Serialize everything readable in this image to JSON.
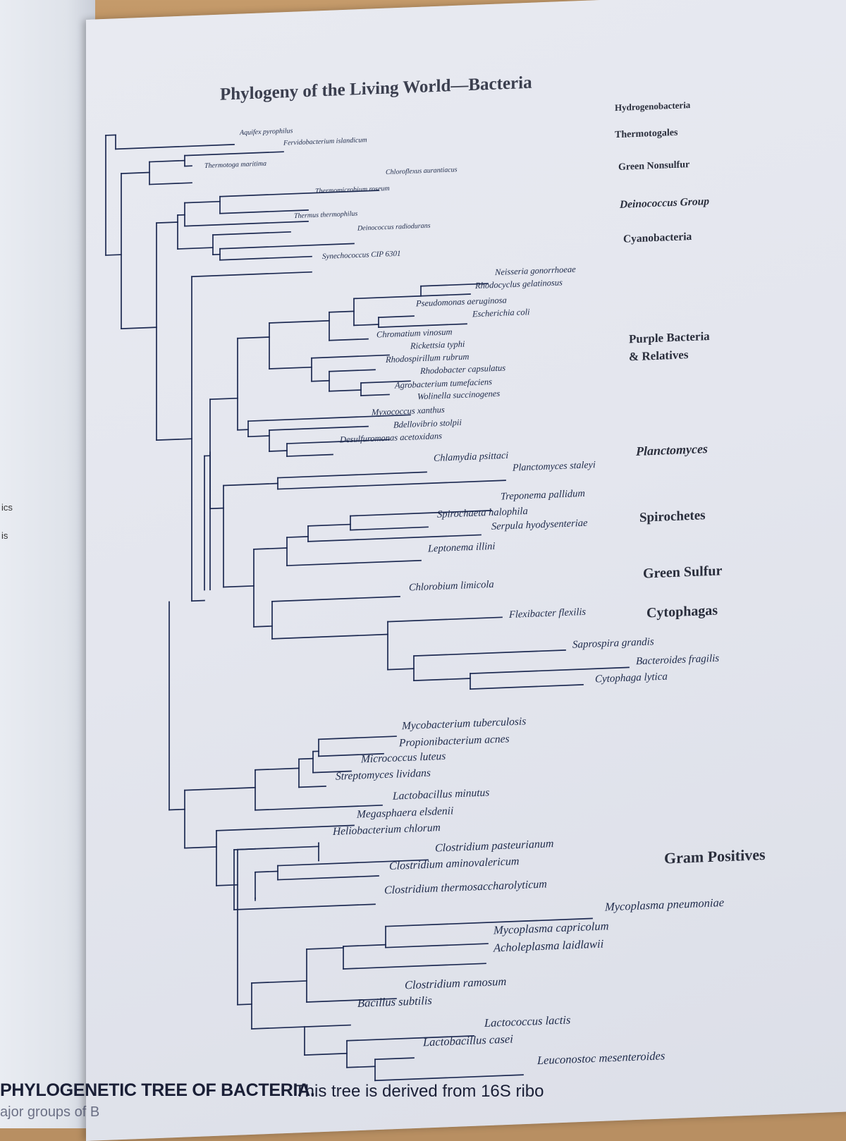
{
  "page": {
    "title": "Phylogeny of the Living World—Bacteria",
    "caption_heading": "PHYLOGENETIC TREE OF BACTERIA.",
    "caption_body": "This tree is derived from 16S ribo",
    "caption_line2": "ajor groups of B"
  },
  "margin_text": [
    "ics",
    "is"
  ],
  "groups": [
    {
      "id": "hydrogenobacteria",
      "label": "Hydrogenobacteria"
    },
    {
      "id": "thermotogales",
      "label": "Thermotogales"
    },
    {
      "id": "green-nonsulfur",
      "label": "Green Nonsulfur"
    },
    {
      "id": "deinococcus-group",
      "label": "Deinococcus Group"
    },
    {
      "id": "cyanobacteria",
      "label": "Cyanobacteria"
    },
    {
      "id": "purple-bacteria",
      "label": "Purple Bacteria"
    },
    {
      "id": "purple-relatives",
      "label": "& Relatives"
    },
    {
      "id": "planctomyces",
      "label": "Planctomyces"
    },
    {
      "id": "spirochetes",
      "label": "Spirochetes"
    },
    {
      "id": "green-sulfur",
      "label": "Green Sulfur"
    },
    {
      "id": "cytophagas",
      "label": "Cytophagas"
    },
    {
      "id": "gram-positives",
      "label": "Gram Positives"
    }
  ],
  "taxa": [
    "Aquifex pyrophilus",
    "Fervidobacterium islandicum",
    "Thermotoga maritima",
    "Chloroflexus aurantiacus",
    "Thermomicrobium roseum",
    "Thermus thermophilus",
    "Deinococcus radiodurans",
    "Synechococcus CIP 6301",
    "Neisseria gonorrhoeae",
    "Rhodocyclus gelatinosus",
    "Pseudomonas aeruginosa",
    "Escherichia coli",
    "Chromatium vinosum",
    "Rickettsia typhi",
    "Rhodospirillum rubrum",
    "Rhodobacter capsulatus",
    "Agrobacterium tumefaciens",
    "Wolinella succinogenes",
    "Myxococcus xanthus",
    "Bdellovibrio stolpii",
    "Desulfuromonas acetoxidans",
    "Chlamydia psittaci",
    "Planctomyces staleyi",
    "Treponema pallidum",
    "Spirochaeta halophila",
    "Serpula hyodysenteriae",
    "Leptonema illini",
    "Chlorobium limicola",
    "Flexibacter flexilis",
    "Saprospira grandis",
    "Bacteroides fragilis",
    "Cytophaga lytica",
    "Mycobacterium tuberculosis",
    "Propionibacterium acnes",
    "Micrococcus luteus",
    "Streptomyces lividans",
    "Lactobacillus minutus",
    "Megasphaera elsdenii",
    "Heliobacterium chlorum",
    "Clostridium pasteurianum",
    "Clostridium aminovalericum",
    "Clostridium thermosaccharolyticum",
    "Mycoplasma pneumoniae",
    "Mycoplasma capricolum",
    "Acholeplasma laidlawii",
    "Clostridium ramosum",
    "Bacillus subtilis",
    "Lactococcus lactis",
    "Lactobacillus casei",
    "Leuconostoc mesenteroides"
  ]
}
